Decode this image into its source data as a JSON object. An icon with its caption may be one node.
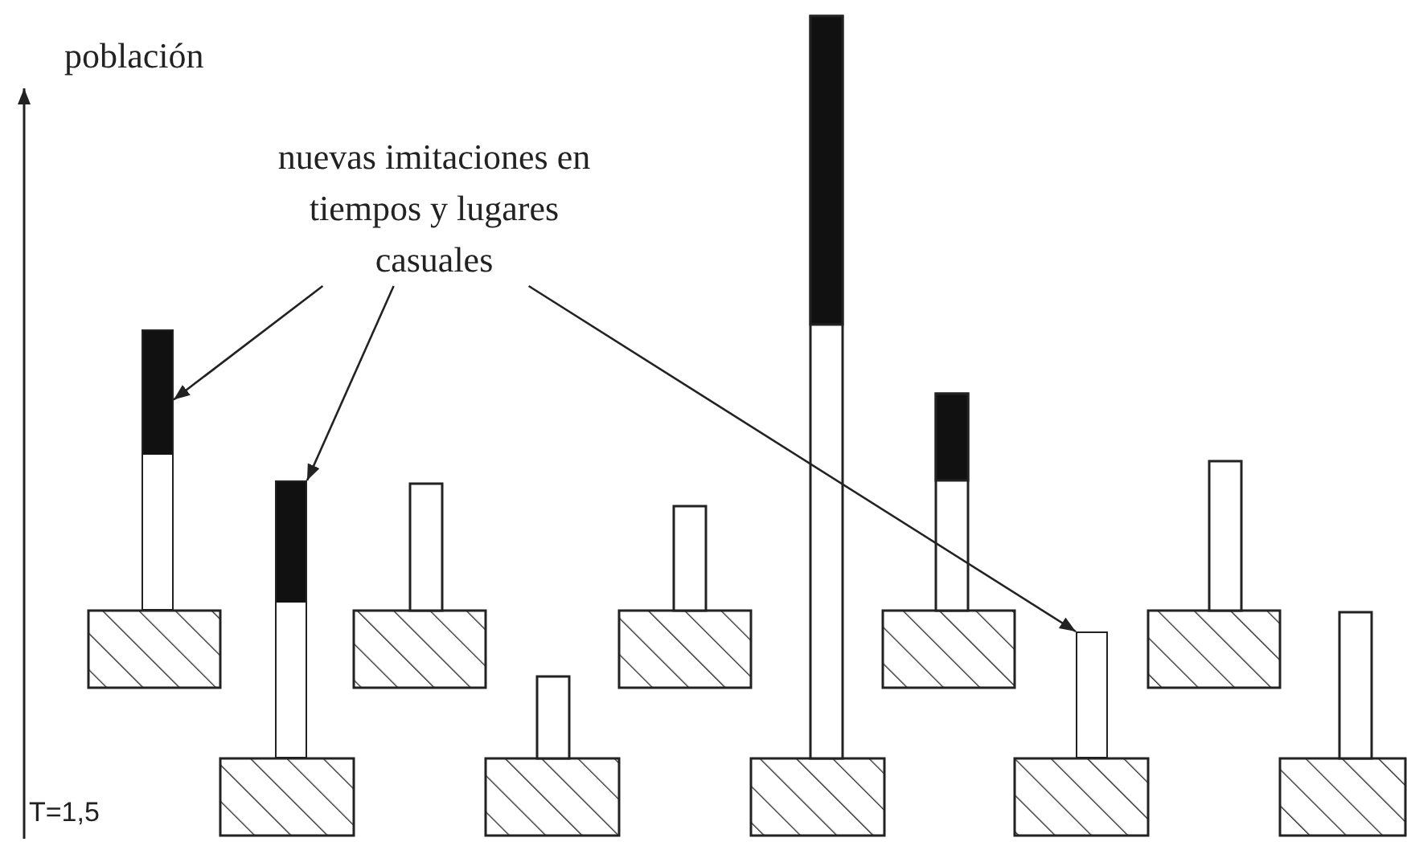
{
  "diagram": {
    "nodes": [
      {
        "text": [
          "nuevas imitaciones en tiempos y lugares casuales"
        ]
      },
      {
        "text": [],
        "shape": "bar"
      },
      {
        "text": [],
        "shape": "bar"
      },
      {
        "text": [],
        "shape": "bar"
      }
    ],
    "edges": [
      {
        "from": 0,
        "to": 1,
        "arrow": "to"
      },
      {
        "from": 0,
        "to": 2,
        "arrow": "to"
      },
      {
        "from": 0,
        "to": 3,
        "arrow": "to"
      }
    ],
    "labels": [
      "población",
      "T=1,5"
    ]
  }
}
